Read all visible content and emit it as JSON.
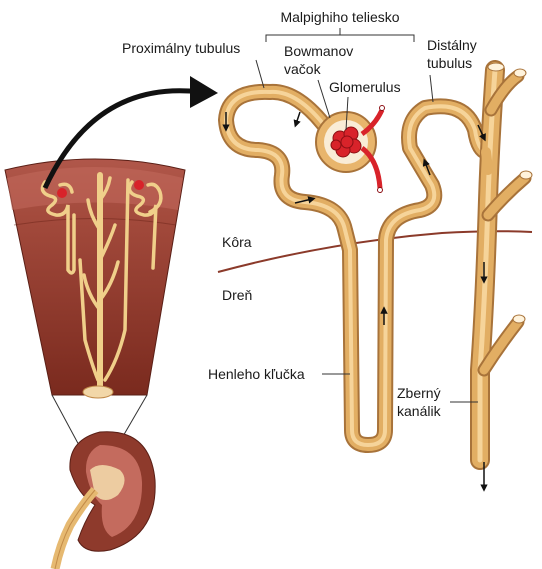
{
  "labels": {
    "malpighi": "Malpighiho teliesko",
    "proximal": "Proximálny tubulus",
    "bowman_line1": "Bowmanov",
    "bowman_line2": "vačok",
    "glomerulus": "Glomerulus",
    "distal_line1": "Distálny",
    "distal_line2": "tubulus",
    "cortex": "Kôra",
    "medulla": "Dreň",
    "henle": "Henleho kľučka",
    "collecting_line1": "Zberný",
    "collecting_line2": "kanálik"
  },
  "colors": {
    "tubule": "#d9a35a",
    "tubule_dark": "#a8733a",
    "tissue": "#8e3a2c",
    "tissue_dark": "#6b2418",
    "glomerulus": "#d8232a",
    "boundary": "#8b3a2a"
  }
}
